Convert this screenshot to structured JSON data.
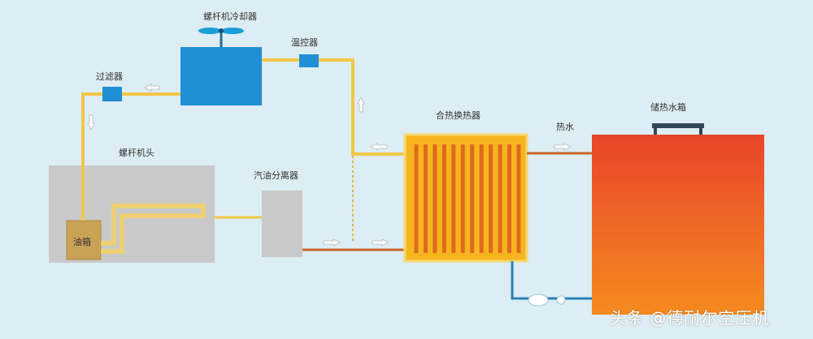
{
  "labels": {
    "cooler": "螺杆机冷却器",
    "temp_controller": "温控器",
    "filter": "过滤器",
    "screw_head": "螺杆机头",
    "oil_separator": "汽油分离器",
    "heat_exchanger": "合热换热器",
    "hot_water": "热水",
    "storage_tank": "储热水箱",
    "oil_tank": "油箱"
  },
  "watermark": "头条 @德耐尔空压机",
  "colors": {
    "background": "#dcedf3",
    "oil_pipe": "#f2c64a",
    "water_pipe": "#c8662a",
    "cold_water_pipe": "#2a7fb8",
    "cooler": "#1f8fd6",
    "tank_top": "#e8452a",
    "tank_bottom": "#f5a623",
    "exchanger": "#f6b51f",
    "machine": "#c9c9c9"
  }
}
